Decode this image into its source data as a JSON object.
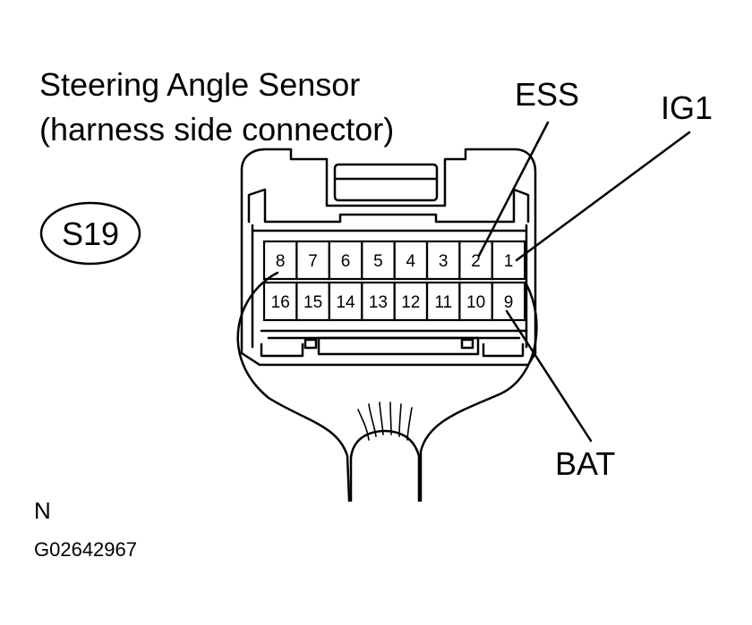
{
  "title_line1": "Steering Angle Sensor",
  "title_line2": "(harness side connector)",
  "connector_code": "S19",
  "callouts": {
    "ess": "ESS",
    "ig1": "IG1",
    "bat": "BAT"
  },
  "pins_top_row": [
    "8",
    "7",
    "6",
    "5",
    "4",
    "3",
    "2",
    "1"
  ],
  "pins_bottom_row": [
    "16",
    "15",
    "14",
    "13",
    "12",
    "11",
    "10",
    "9"
  ],
  "corner_letter": "N",
  "figure_id": "G02642967"
}
